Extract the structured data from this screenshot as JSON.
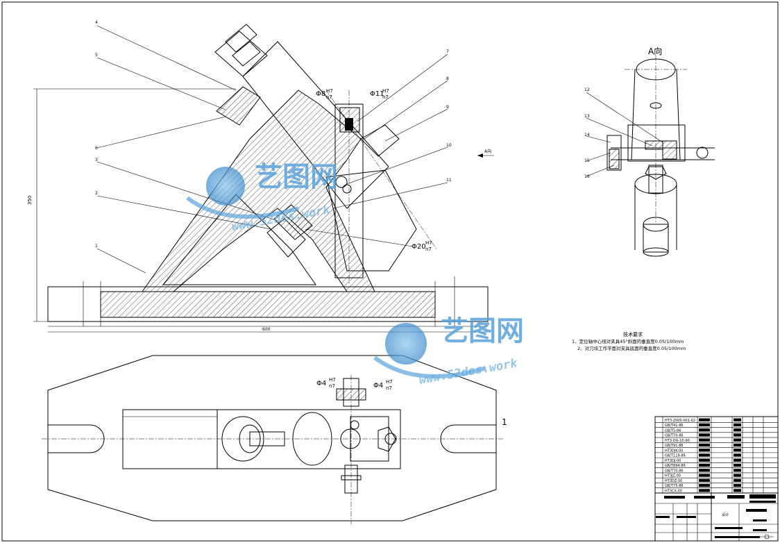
{
  "view_label_a": "A向",
  "arrow_label_a": "A向",
  "sheet_number": "1",
  "tech_req": {
    "title": "技术要求",
    "line1": "1、定位轴中心线对夹具45°斜面的垂直度0.05/100mm",
    "line2": "2、对刀块工作平面对夹具底面的垂直度0.05/100mm"
  },
  "fits": {
    "f1": "Φ8",
    "f2": "Φ11",
    "f3": "Φ20",
    "f4": "Φ4",
    "f5": "Φ4",
    "frac_top": "H7",
    "frac_bot": "n7"
  },
  "balloons": [
    "4",
    "5",
    "6",
    "3",
    "2",
    "1",
    "7",
    "8",
    "9",
    "10",
    "11",
    "12",
    "13",
    "14",
    "15",
    "16"
  ],
  "title_block": {
    "designer_label": "设计",
    "bom_rows": [
      "HT3-2000-001-02",
      "GB/T41-86",
      "GB/T5-86",
      "GB/T70-86",
      "HT3-DG-10-90",
      "GB/T91-86",
      "HT3DJK-00",
      "GB/T119-86",
      "HT3DJ-00",
      "GB/T894-86",
      "GB/T70-86",
      "HT3JZ-00",
      "HT3DZ-00",
      "GB/T75-86",
      "HT3CX-00"
    ]
  },
  "watermark": {
    "brand": "艺图网",
    "url": "www.52des.work"
  }
}
